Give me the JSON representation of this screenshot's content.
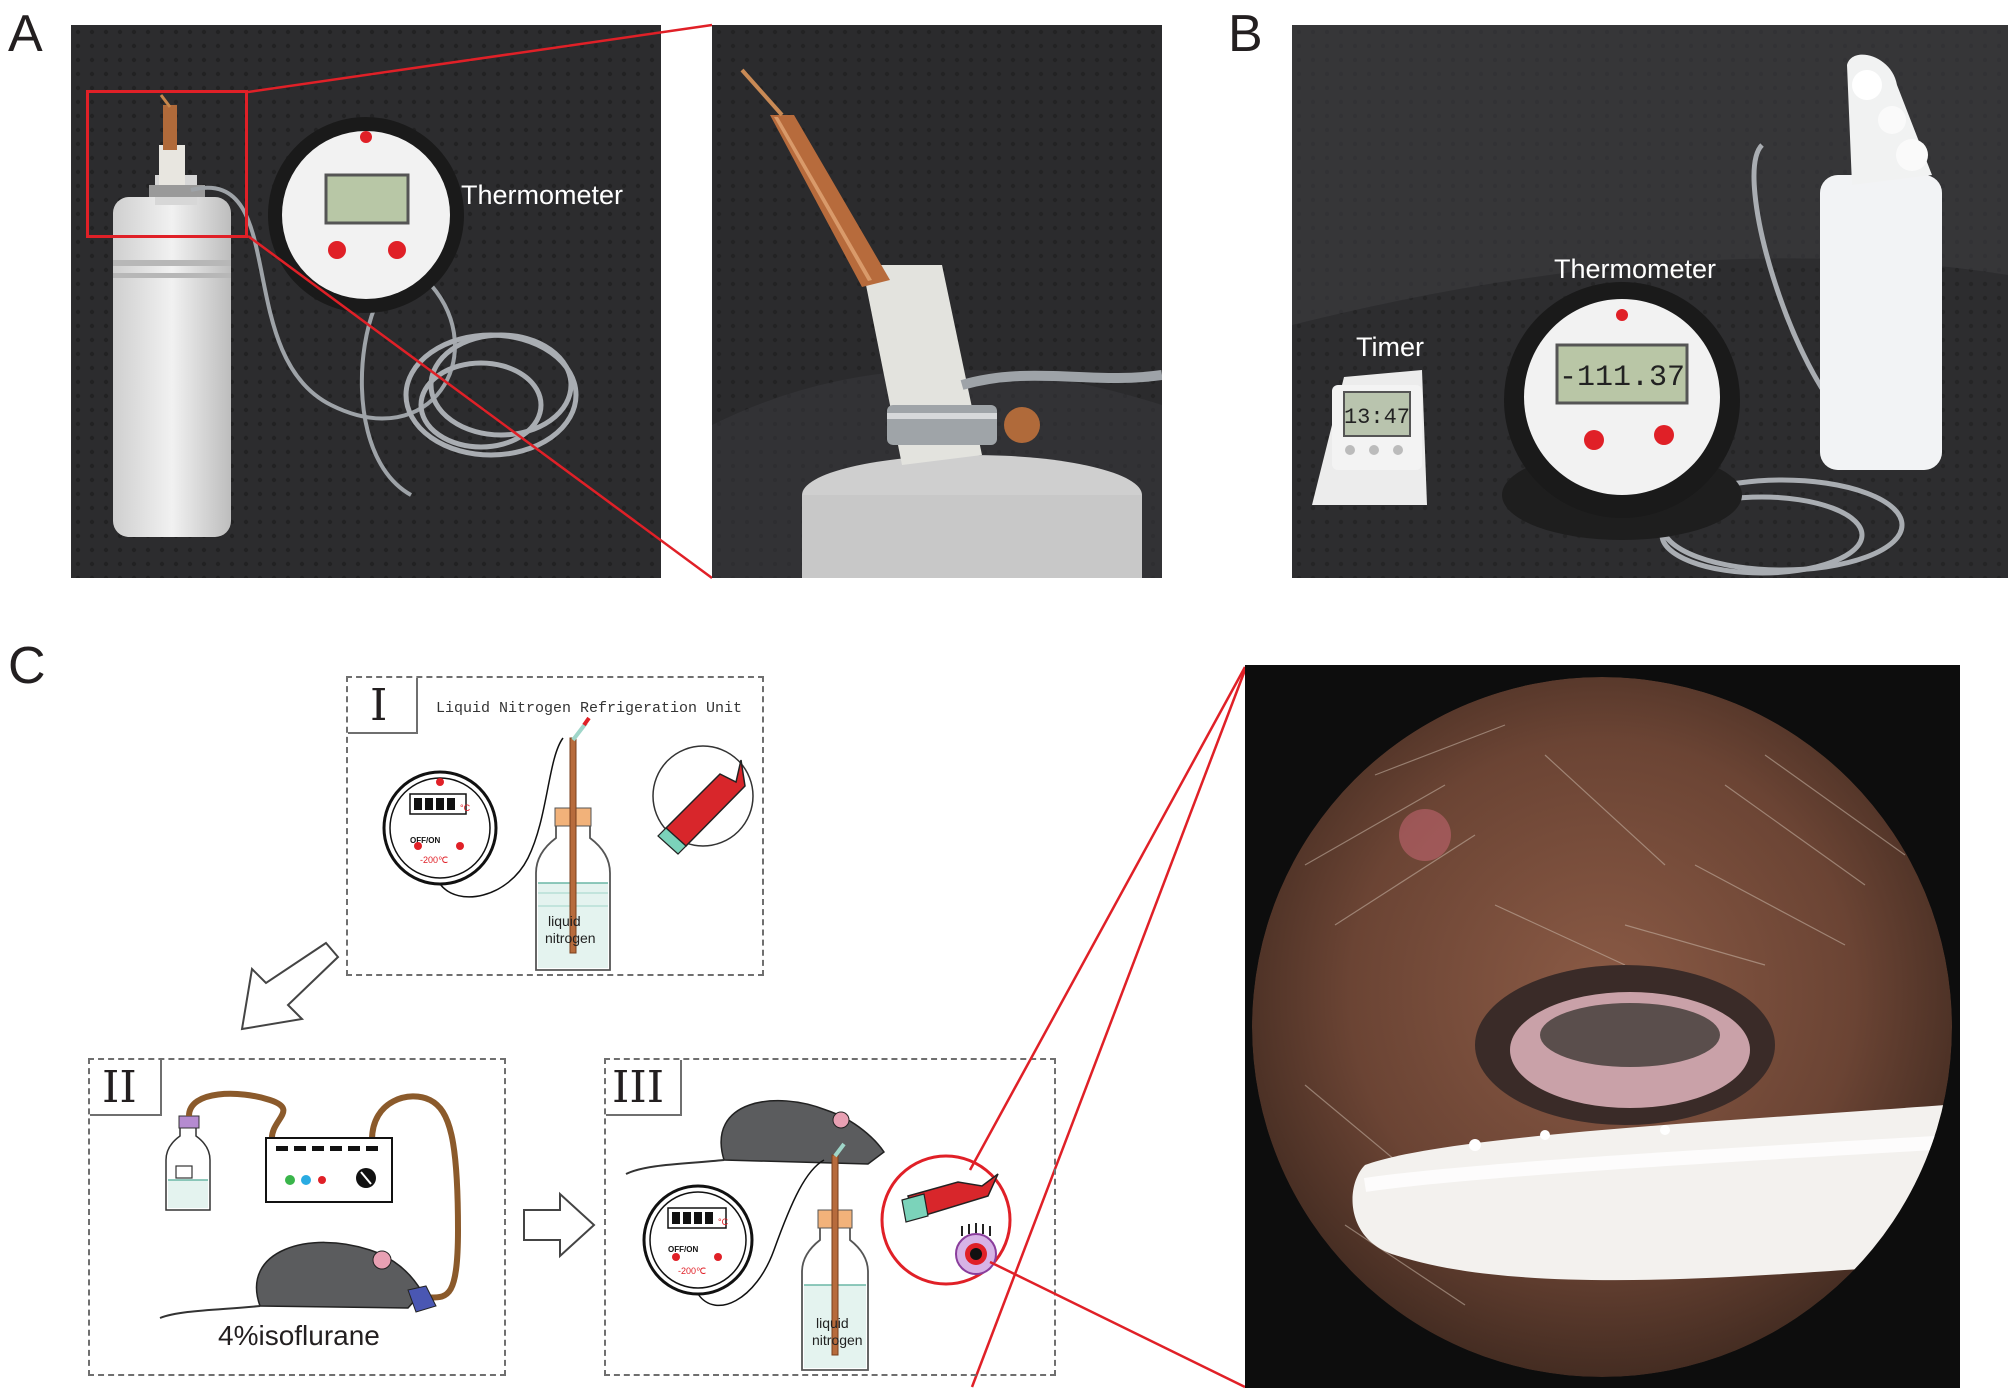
{
  "panels": {
    "a": {
      "letter": "A",
      "thermometer_label": "Thermometer"
    },
    "b": {
      "letter": "B",
      "timer_label": "Timer",
      "thermometer_label": "Thermometer",
      "timer_readout": "13:47",
      "thermo_readout": "-111.37"
    },
    "c": {
      "letter": "C",
      "box1": {
        "roman": "I",
        "title": "Liquid Nitrogen Refrigeration Unit",
        "liquid_line1": "liquid",
        "liquid_line2": "nitrogen"
      },
      "box2": {
        "roman": "II",
        "isoflurane_label": "4%isoflurane"
      },
      "box3": {
        "roman": "III",
        "liquid_line1": "liquid",
        "liquid_line2": "nitrogen"
      }
    }
  },
  "colors": {
    "highlight_red": "#e02027",
    "dark_background": "#2b2b2b",
    "mouse_gray": "#5b5c5e",
    "tube_brown": "#8b5a2b",
    "liquid_green": "#9fd6c9",
    "cap_orange": "#f2b27a"
  },
  "icons": [
    "thermometer-icon",
    "bottle-icon",
    "mouse-icon",
    "arrow-icon",
    "eye-icon",
    "probe-tip-icon",
    "anesthesia-machine-icon"
  ]
}
